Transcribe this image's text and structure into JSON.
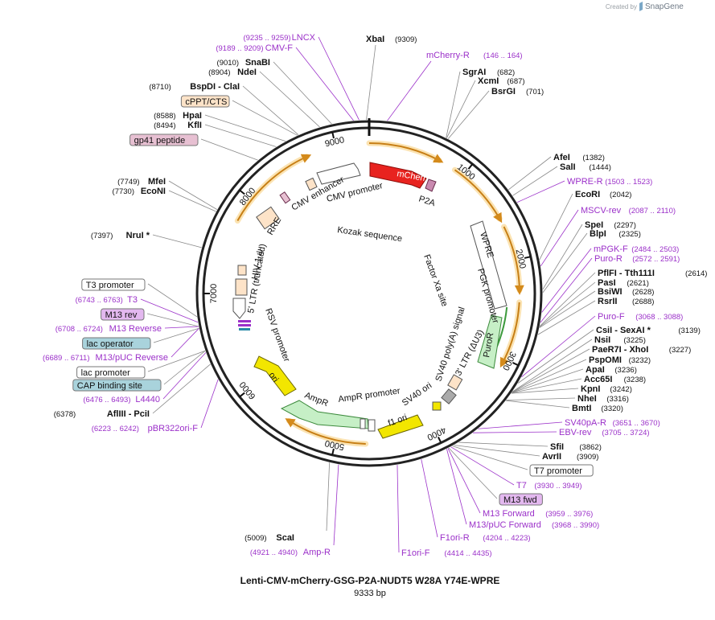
{
  "credit": "Created by",
  "brand": "SnapGene",
  "title": "Lenti-CMV-mCherry-GSG-P2A-NUDT5 W28A Y74E-WPRE",
  "subtitle": "9333 bp",
  "ticks": [
    "1000",
    "2000",
    "3000",
    "4000",
    "5000",
    "6000",
    "7000",
    "8000",
    "9000"
  ],
  "inner_labels": {
    "cmv_enhancer": "CMV enhancer",
    "cmv_promoter": "CMV promoter",
    "kozak": "Kozak sequence",
    "factor_xa": "Factor Xa site",
    "pgk_promoter": "PGK promoter",
    "sv40_polya": "SV40 poly(A) signal",
    "ltr3": "3' LTR (ΔU3)",
    "sv40_ori": "SV40 ori",
    "ampr_promoter": "AmpR promoter",
    "hiv_psi": "HIV-1 ψ",
    "rsv_promoter": "RSV promoter",
    "ltr5": "5' LTR (truncated)",
    "rre": "RRE"
  },
  "features": {
    "mcherry": "mCherry",
    "p2a": "P2A",
    "wpre": "WPRE",
    "puror": "PuroR",
    "f1_ori": "f1 ori",
    "ampr": "AmpR",
    "ori": "ori"
  },
  "left_labels": [
    {
      "pos": "(9235 .. 9259)",
      "name": "LNCX",
      "type": "primer"
    },
    {
      "pos": "(9189 .. 9209)",
      "name": "CMV-F",
      "type": "primer"
    },
    {
      "pos": "(9010)",
      "name": "SnaBI",
      "type": "enzyme"
    },
    {
      "pos": "(8904)",
      "name": "NdeI",
      "type": "enzyme"
    },
    {
      "pos": "(8710)",
      "name": "BspDI - ClaI",
      "type": "enzyme"
    },
    {
      "pos": "",
      "name": "cPPT/CTS",
      "type": "box-orange"
    },
    {
      "pos": "(8588)",
      "name": "HpaI",
      "type": "enzyme"
    },
    {
      "pos": "(8494)",
      "name": "KflI",
      "type": "enzyme"
    },
    {
      "pos": "",
      "name": "gp41 peptide",
      "type": "box-pink"
    },
    {
      "pos": "(7749)",
      "name": "MfeI",
      "type": "enzyme"
    },
    {
      "pos": "(7730)",
      "name": "EcoNI",
      "type": "enzyme"
    },
    {
      "pos": "(7397)",
      "name": "NruI *",
      "type": "enzyme"
    },
    {
      "pos": "",
      "name": "T3 promoter",
      "type": "box-white"
    },
    {
      "pos": "(6743 .. 6763)",
      "name": "T3",
      "type": "primer"
    },
    {
      "pos": "",
      "name": "M13 rev",
      "type": "box-purple"
    },
    {
      "pos": "(6708 .. 6724)",
      "name": "M13 Reverse",
      "type": "primer"
    },
    {
      "pos": "",
      "name": "lac operator",
      "type": "box-teal"
    },
    {
      "pos": "(6689 .. 6711)",
      "name": "M13/pUC Reverse",
      "type": "primer"
    },
    {
      "pos": "",
      "name": "lac promoter",
      "type": "box-white"
    },
    {
      "pos": "",
      "name": "CAP binding site",
      "type": "box-teal"
    },
    {
      "pos": "(6476 .. 6493)",
      "name": "L4440",
      "type": "primer"
    },
    {
      "pos": "(6378)",
      "name": "AflIII - PciI",
      "type": "enzyme"
    },
    {
      "pos": "(6223 .. 6242)",
      "name": "pBR322ori-F",
      "type": "primer"
    }
  ],
  "top_labels": [
    {
      "name": "XbaI",
      "pos": "(9309)",
      "type": "enzyme"
    },
    {
      "name": "mCherry-R",
      "pos": "(146 .. 164)",
      "type": "primer"
    }
  ],
  "right_labels": [
    {
      "name": "SgrAI",
      "pos": "(682)",
      "type": "enzyme"
    },
    {
      "name": "XcmI",
      "pos": "(687)",
      "type": "enzyme"
    },
    {
      "name": "BsrGI",
      "pos": "(701)",
      "type": "enzyme"
    },
    {
      "name": "AfeI",
      "pos": "(1382)",
      "type": "enzyme"
    },
    {
      "name": "SalI",
      "pos": "(1444)",
      "type": "enzyme"
    },
    {
      "name": "WPRE-R",
      "pos": "(1503 .. 1523)",
      "type": "primer"
    },
    {
      "name": "EcoRI",
      "pos": "(2042)",
      "type": "enzyme"
    },
    {
      "name": "MSCV-rev",
      "pos": "(2087 .. 2110)",
      "type": "primer"
    },
    {
      "name": "SpeI",
      "pos": "(2297)",
      "type": "enzyme"
    },
    {
      "name": "BlpI",
      "pos": "(2325)",
      "type": "enzyme"
    },
    {
      "name": "mPGK-F",
      "pos": "(2484 .. 2503)",
      "type": "primer"
    },
    {
      "name": "Puro-R",
      "pos": "(2572 .. 2591)",
      "type": "primer"
    },
    {
      "name": "PflFI - Tth111I",
      "pos": "(2614)",
      "type": "enzyme"
    },
    {
      "name": "PasI",
      "pos": "(2621)",
      "type": "enzyme"
    },
    {
      "name": "BsiWI",
      "pos": "(2628)",
      "type": "enzyme"
    },
    {
      "name": "RsrII",
      "pos": "(2688)",
      "type": "enzyme"
    },
    {
      "name": "Puro-F",
      "pos": "(3068 .. 3088)",
      "type": "primer"
    },
    {
      "name": "CsiI - SexAI *",
      "pos": "(3139)",
      "type": "enzyme"
    },
    {
      "name": "NsiI",
      "pos": "(3225)",
      "type": "enzyme"
    },
    {
      "name": "PaeR7I - XhoI",
      "pos": "(3227)",
      "type": "enzyme"
    },
    {
      "name": "PspOMI",
      "pos": "(3232)",
      "type": "enzyme"
    },
    {
      "name": "ApaI",
      "pos": "(3236)",
      "type": "enzyme"
    },
    {
      "name": "Acc65I",
      "pos": "(3238)",
      "type": "enzyme"
    },
    {
      "name": "KpnI",
      "pos": "(3242)",
      "type": "enzyme"
    },
    {
      "name": "NheI",
      "pos": "(3316)",
      "type": "enzyme"
    },
    {
      "name": "BmtI",
      "pos": "(3320)",
      "type": "enzyme"
    },
    {
      "name": "SV40pA-R",
      "pos": "(3651 .. 3670)",
      "type": "primer"
    },
    {
      "name": "EBV-rev",
      "pos": "(3705 .. 3724)",
      "type": "primer"
    },
    {
      "name": "SfiI",
      "pos": "(3862)",
      "type": "enzyme"
    },
    {
      "name": "AvrII",
      "pos": "(3909)",
      "type": "enzyme"
    },
    {
      "name": "T7 promoter",
      "pos": "",
      "type": "box-white"
    },
    {
      "name": "T7",
      "pos": "(3930 .. 3949)",
      "type": "primer"
    },
    {
      "name": "M13 fwd",
      "pos": "",
      "type": "box-purple"
    },
    {
      "name": "M13 Forward",
      "pos": "(3959 .. 3976)",
      "type": "primer"
    },
    {
      "name": "M13/pUC Forward",
      "pos": "(3968 .. 3990)",
      "type": "primer"
    },
    {
      "name": "F1ori-R",
      "pos": "(4204 .. 4223)",
      "type": "primer"
    },
    {
      "name": "F1ori-F",
      "pos": "(4414 .. 4435)",
      "type": "primer"
    }
  ],
  "bottom_labels": [
    {
      "pos": "(5009)",
      "name": "ScaI",
      "type": "enzyme"
    },
    {
      "pos": "(4921 .. 4940)",
      "name": "Amp-R",
      "type": "primer"
    }
  ],
  "colors": {
    "enzyme": "#111111",
    "primer": "#9b30c9",
    "backbone": "#222222",
    "mcherry": "#e8231f",
    "puror": "#c6efc6",
    "orange_arc": "#f0a030",
    "box_orange": "#fde3c8",
    "box_pink": "#e7c0d2",
    "box_purple": "#e3b8ef",
    "box_teal": "#a9d3dc",
    "ori": "#f2e600"
  }
}
